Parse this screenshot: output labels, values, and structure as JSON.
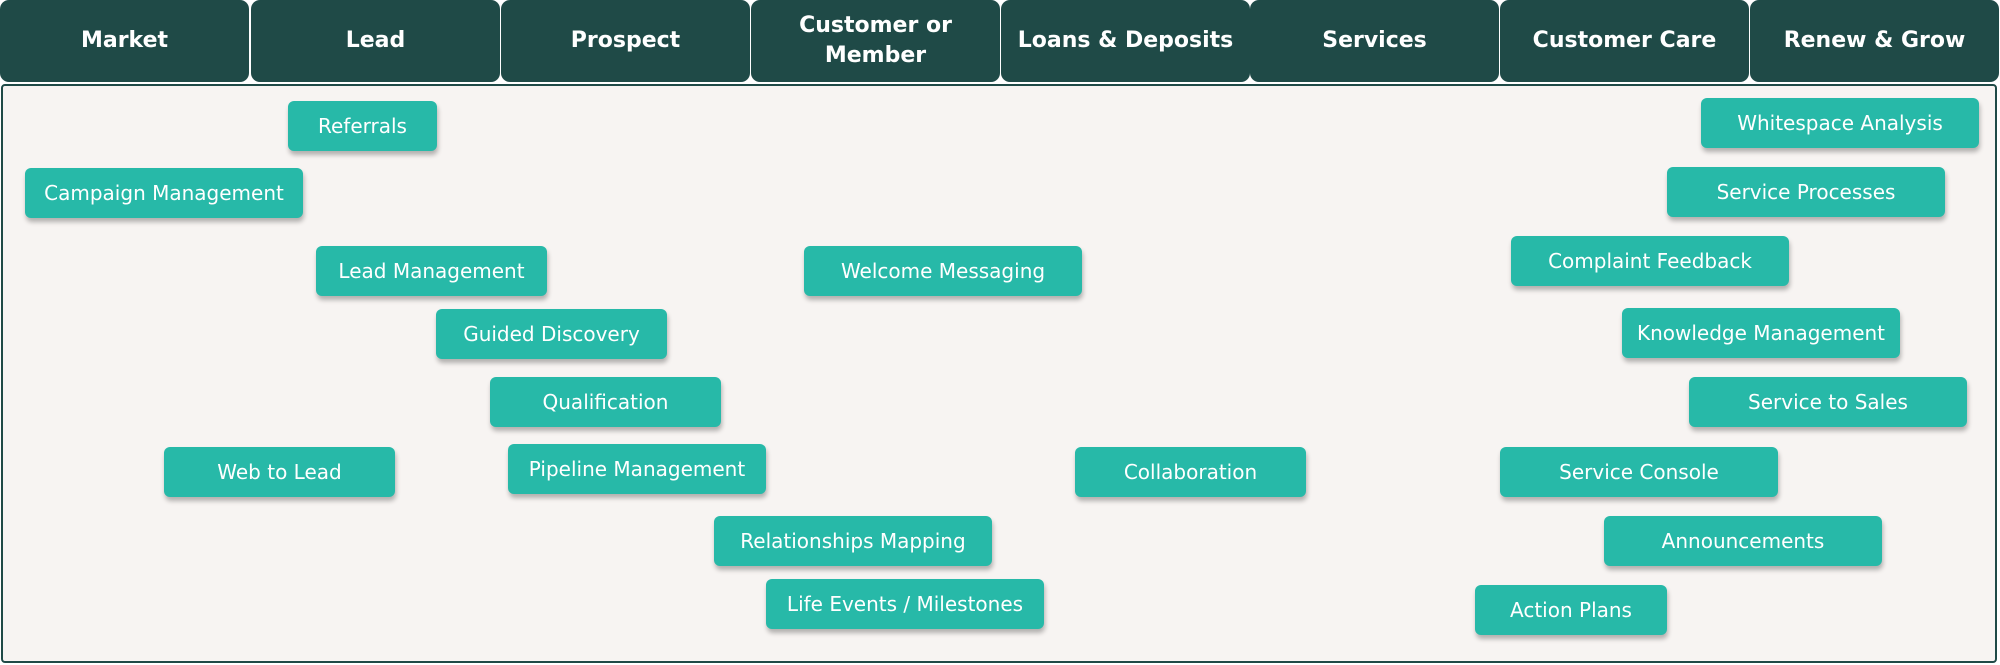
{
  "colors": {
    "header_bg": "#1f4a47",
    "header_text": "#ffffff",
    "canvas_bg": "#f7f4f2",
    "pill_bg": "#27b9a8",
    "pill_text": "#ffffff"
  },
  "stages": [
    {
      "label": "Market"
    },
    {
      "label": "Lead"
    },
    {
      "label": "Prospect"
    },
    {
      "label": "Customer or Member"
    },
    {
      "label": "Loans & Deposits"
    },
    {
      "label": "Services"
    },
    {
      "label": "Customer Care"
    },
    {
      "label": "Renew & Grow"
    }
  ],
  "capabilities": [
    {
      "label": "Referrals"
    },
    {
      "label": "Campaign Management"
    },
    {
      "label": "Lead Management"
    },
    {
      "label": "Guided Discovery"
    },
    {
      "label": "Qualification"
    },
    {
      "label": "Web to Lead"
    },
    {
      "label": "Pipeline Management"
    },
    {
      "label": "Welcome Messaging"
    },
    {
      "label": "Relationships Mapping"
    },
    {
      "label": "Life Events / Milestones"
    },
    {
      "label": "Collaboration"
    },
    {
      "label": "Whitespace Analysis"
    },
    {
      "label": "Service Processes"
    },
    {
      "label": "Complaint Feedback"
    },
    {
      "label": "Knowledge Management"
    },
    {
      "label": "Service to Sales"
    },
    {
      "label": "Service Console"
    },
    {
      "label": "Announcements"
    },
    {
      "label": "Action Plans"
    }
  ]
}
